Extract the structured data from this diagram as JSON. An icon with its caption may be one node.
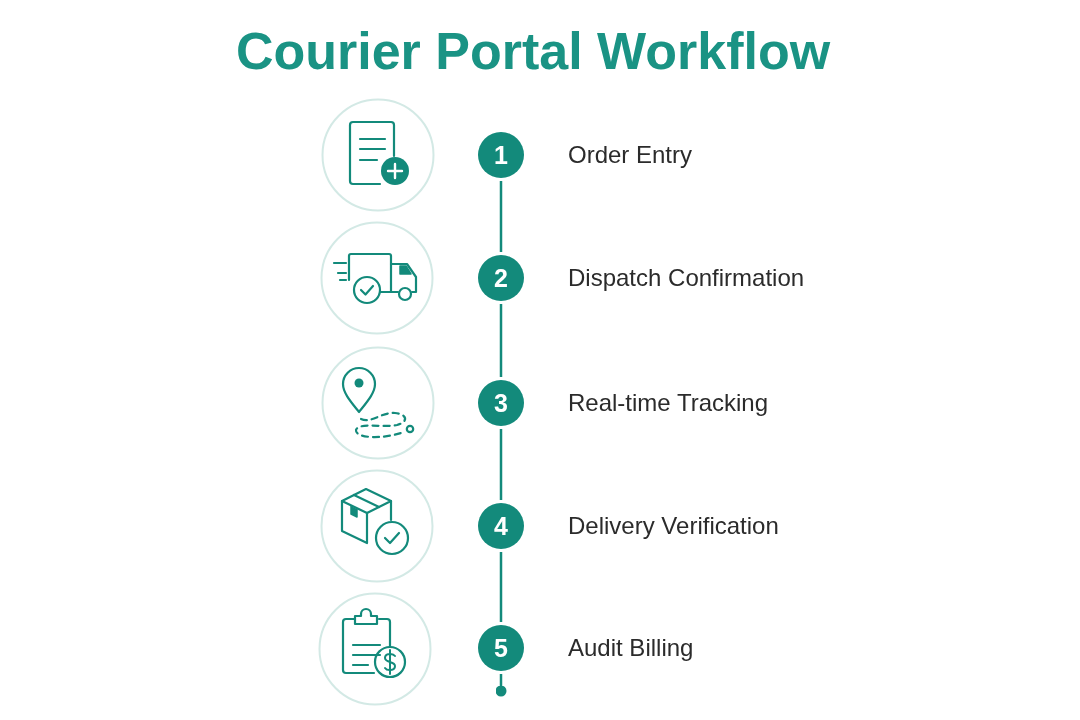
{
  "diagram": {
    "title": "Courier Portal Workflow",
    "nodes": [
      {
        "text": [
          "1"
        ],
        "beside": [
          "Order Entry"
        ]
      },
      {
        "text": [
          "2"
        ],
        "beside": [
          "Dispatch Confirmation"
        ]
      },
      {
        "text": [
          "3"
        ],
        "beside": [
          "Real-time Tracking"
        ]
      },
      {
        "text": [
          "4"
        ],
        "beside": [
          "Delivery Verification"
        ]
      },
      {
        "text": [
          "5"
        ],
        "beside": [
          "Audit Billing"
        ]
      }
    ],
    "edges": [
      {
        "from": 0,
        "to": 1,
        "arrow": "none"
      },
      {
        "from": 1,
        "to": 2,
        "arrow": "none"
      },
      {
        "from": 2,
        "to": 3,
        "arrow": "none"
      },
      {
        "from": 3,
        "to": 4,
        "arrow": "none"
      },
      {
        "from": 4,
        "to": null,
        "arrow": "other"
      }
    ]
  }
}
